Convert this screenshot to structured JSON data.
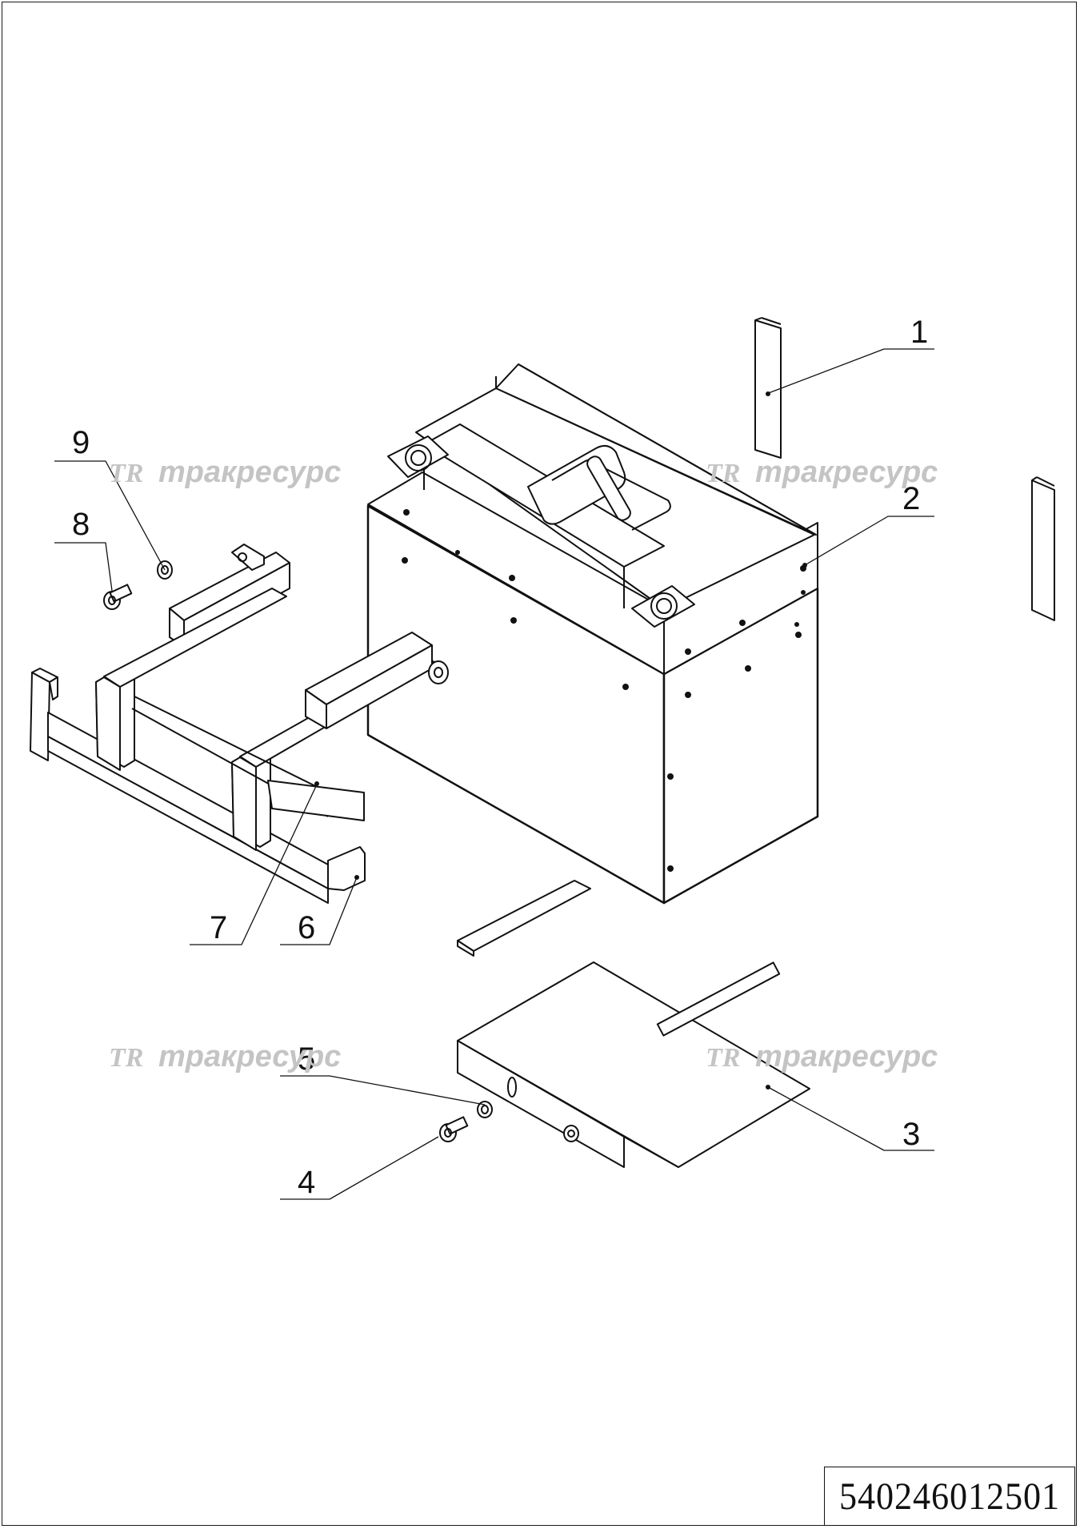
{
  "drawing": {
    "document_number": "540246012501",
    "watermark_text": "тракресурс",
    "watermark_logo": "TR",
    "callouts": [
      "1",
      "2",
      "3",
      "4",
      "5",
      "6",
      "7",
      "8",
      "9"
    ]
  }
}
